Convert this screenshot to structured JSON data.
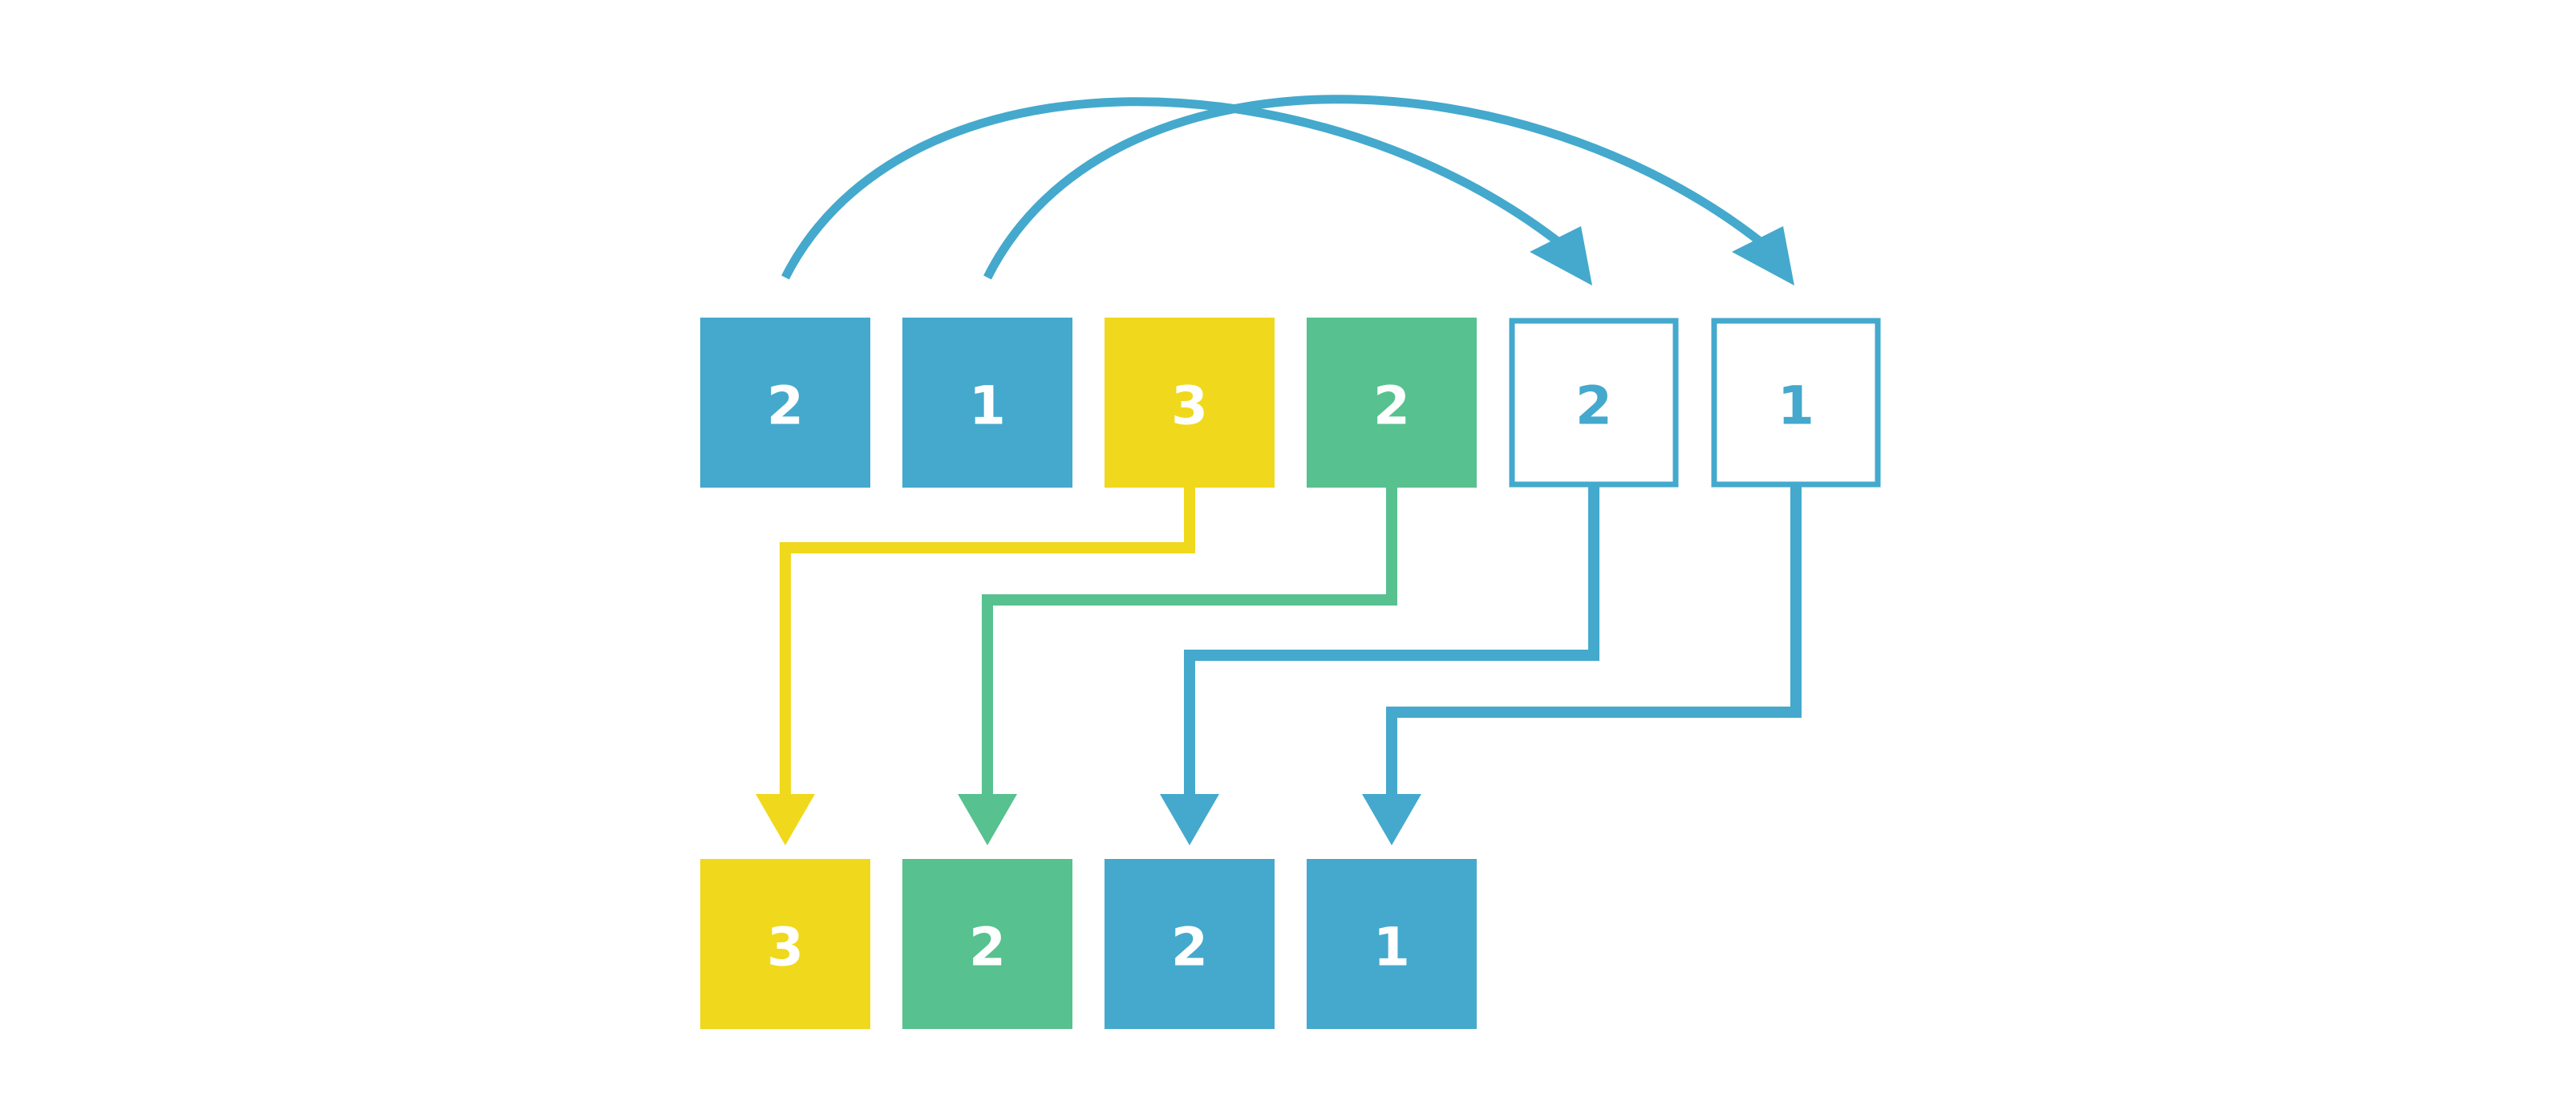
{
  "colors": {
    "blue": "#44a9cd",
    "yellow": "#f0d81c",
    "green": "#57c18f",
    "background": "#ffffff",
    "label_on_fill": "#ffffff"
  },
  "top_row": [
    {
      "label": "2",
      "color": "blue",
      "style": "filled"
    },
    {
      "label": "1",
      "color": "blue",
      "style": "filled"
    },
    {
      "label": "3",
      "color": "yellow",
      "style": "filled"
    },
    {
      "label": "2",
      "color": "green",
      "style": "filled"
    },
    {
      "label": "2",
      "color": "blue",
      "style": "outline"
    },
    {
      "label": "1",
      "color": "blue",
      "style": "outline"
    }
  ],
  "bottom_row": [
    {
      "label": "3",
      "color": "yellow",
      "style": "filled"
    },
    {
      "label": "2",
      "color": "green",
      "style": "filled"
    },
    {
      "label": "2",
      "color": "blue",
      "style": "filled"
    },
    {
      "label": "1",
      "color": "blue",
      "style": "filled"
    }
  ],
  "curved_arrows": [
    {
      "from": "top_row.0",
      "to": "top_row.4",
      "color": "blue"
    },
    {
      "from": "top_row.1",
      "to": "top_row.5",
      "color": "blue"
    }
  ],
  "elbow_arrows": [
    {
      "from": "top_row.2",
      "to": "bottom_row.0",
      "color": "yellow"
    },
    {
      "from": "top_row.3",
      "to": "bottom_row.1",
      "color": "green"
    },
    {
      "from": "top_row.4",
      "to": "bottom_row.2",
      "color": "blue"
    },
    {
      "from": "top_row.5",
      "to": "bottom_row.3",
      "color": "blue"
    }
  ]
}
